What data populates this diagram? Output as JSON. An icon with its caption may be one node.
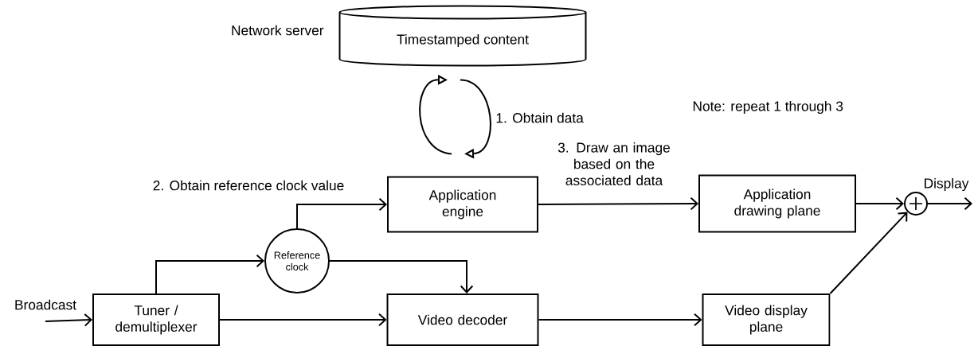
{
  "diagram": {
    "nodes": [
      {
        "text": [
          "Timestamped content"
        ],
        "beside": [
          "Network server"
        ]
      },
      {
        "text": [
          "Application engine"
        ]
      },
      {
        "text": [
          "Application drawing plane"
        ]
      },
      {
        "text": [
          "Reference clock"
        ]
      },
      {
        "text": [
          "Tuner / demultiplexer"
        ]
      },
      {
        "text": [
          "Video decoder"
        ]
      },
      {
        "text": [
          "Video display plane"
        ]
      },
      {
        "text": [],
        "shape": "circle"
      }
    ],
    "edges": [
      {
        "from": 1,
        "to": 0,
        "arrow": "to"
      },
      {
        "from": 0,
        "to": 1,
        "arrow": "to",
        "label": "1. Obtain data"
      },
      {
        "from": 3,
        "to": 1,
        "arrow": "to",
        "label": "2. Obtain reference clock value"
      },
      {
        "from": 1,
        "to": 2,
        "arrow": "to",
        "label": "3.  Draw an image based on the associated data"
      },
      {
        "from": 2,
        "to": 7,
        "arrow": "to"
      },
      {
        "from": 7,
        "to": null,
        "arrow": "to",
        "label": "Display"
      },
      {
        "from": null,
        "to": 4,
        "arrow": "to",
        "label": "Broadcast"
      },
      {
        "from": 4,
        "to": 3,
        "arrow": "to"
      },
      {
        "from": 3,
        "to": 5,
        "arrow": "to"
      },
      {
        "from": 4,
        "to": 5,
        "arrow": "to"
      },
      {
        "from": 5,
        "to": 6,
        "arrow": "to"
      },
      {
        "from": 6,
        "to": 7,
        "arrow": "to"
      }
    ],
    "labels": [
      "Note: repeat 1 through 3"
    ]
  }
}
